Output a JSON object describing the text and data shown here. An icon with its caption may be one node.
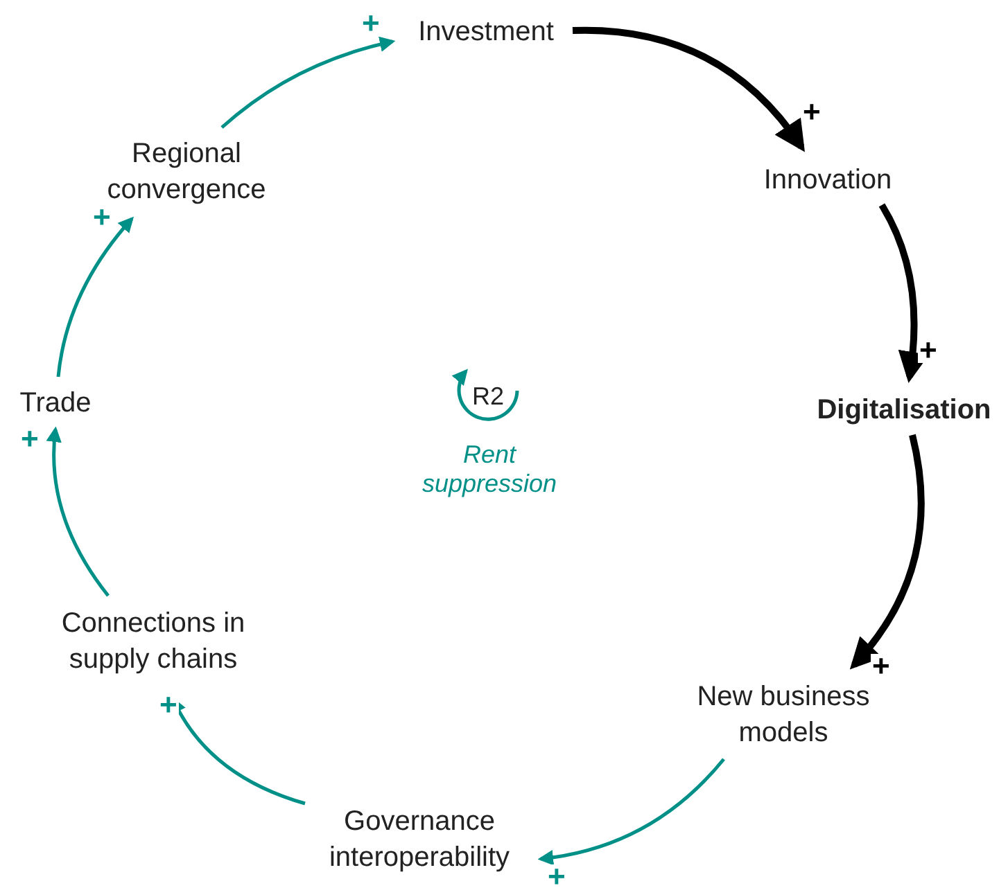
{
  "diagram": {
    "nodes": [
      {
        "text": [
          "Investment"
        ]
      },
      {
        "text": [
          "Innovation"
        ]
      },
      {
        "text": [
          "Digitalisation"
        ]
      },
      {
        "text": [
          "New business models"
        ]
      },
      {
        "text": [
          "Governance interoperability"
        ]
      },
      {
        "text": [
          "Connections in supply chains"
        ]
      },
      {
        "text": [
          "Trade"
        ]
      },
      {
        "text": [
          "Regional convergence"
        ]
      }
    ],
    "edges": [
      {
        "from": 0,
        "to": 1,
        "arrow": "to",
        "label": "+",
        "style": "thick",
        "color": "#000000"
      },
      {
        "from": 1,
        "to": 2,
        "arrow": "to",
        "label": "+",
        "style": "thick",
        "color": "#000000"
      },
      {
        "from": 2,
        "to": 3,
        "arrow": "to",
        "label": "+",
        "style": "thick",
        "color": "#000000"
      },
      {
        "from": 3,
        "to": 4,
        "arrow": "to",
        "label": "+"
      },
      {
        "from": 4,
        "to": 5,
        "arrow": "to",
        "label": "+"
      },
      {
        "from": 5,
        "to": 6,
        "arrow": "to",
        "label": "+"
      },
      {
        "from": 6,
        "to": 7,
        "arrow": "to",
        "label": "+"
      },
      {
        "from": 7,
        "to": 0,
        "arrow": "to",
        "label": "+"
      }
    ],
    "labels": [
      "R2",
      "Rent suppression"
    ]
  }
}
